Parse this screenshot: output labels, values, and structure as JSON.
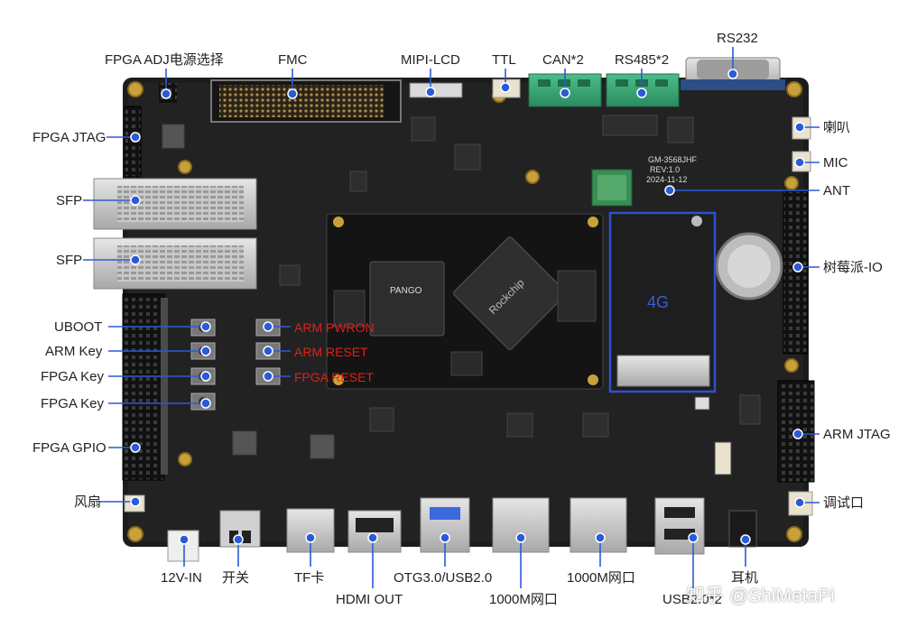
{
  "colors": {
    "board": "#1b1b1b",
    "pointer": "#2a5bd7",
    "marker": "#2a5bd7",
    "red_label": "#e0201a",
    "module_outline": "#3050d0"
  },
  "labels": {
    "fpga_adj": "FPGA ADJ电源选择",
    "fmc": "FMC",
    "mipi_lcd": "MIPI-LCD",
    "ttl": "TTL",
    "can": "CAN*2",
    "rs485": "RS485*2",
    "rs232": "RS232",
    "fpga_jtag": "FPGA JTAG",
    "speaker": "喇叭",
    "mic": "MIC",
    "ant": "ANT",
    "sfp1": "SFP",
    "sfp2": "SFP",
    "rpi_io": "树莓派-IO",
    "uboot": "UBOOT",
    "arm_key": "ARM Key",
    "fpga_key1": "FPGA Key",
    "fpga_key2": "FPGA Key",
    "arm_pwron": "ARM PWRON",
    "arm_reset": "ARM RESET",
    "fpga_reset": "FPGA RESET",
    "fpga_gpio": "FPGA GPIO",
    "arm_jtag": "ARM JTAG",
    "fan": "风扇",
    "debug_port": "调试口",
    "dc_in": "12V-IN",
    "switch": "开关",
    "tf": "TF卡",
    "hdmi": "HDMI OUT",
    "otg": "OTG3.0/USB2.0",
    "eth1": "1000M网口",
    "eth2": "1000M网口",
    "usb2": "USB2.0*2",
    "earphone": "耳机",
    "module_4g": "4G"
  },
  "board_text": {
    "model": "GM-3568JHF",
    "rev": "REV:1.0",
    "date": "2024-11-12",
    "pango": "PANGO",
    "rockchip": "Rockchip"
  },
  "watermark": "知乎 @ShiMetaPi"
}
